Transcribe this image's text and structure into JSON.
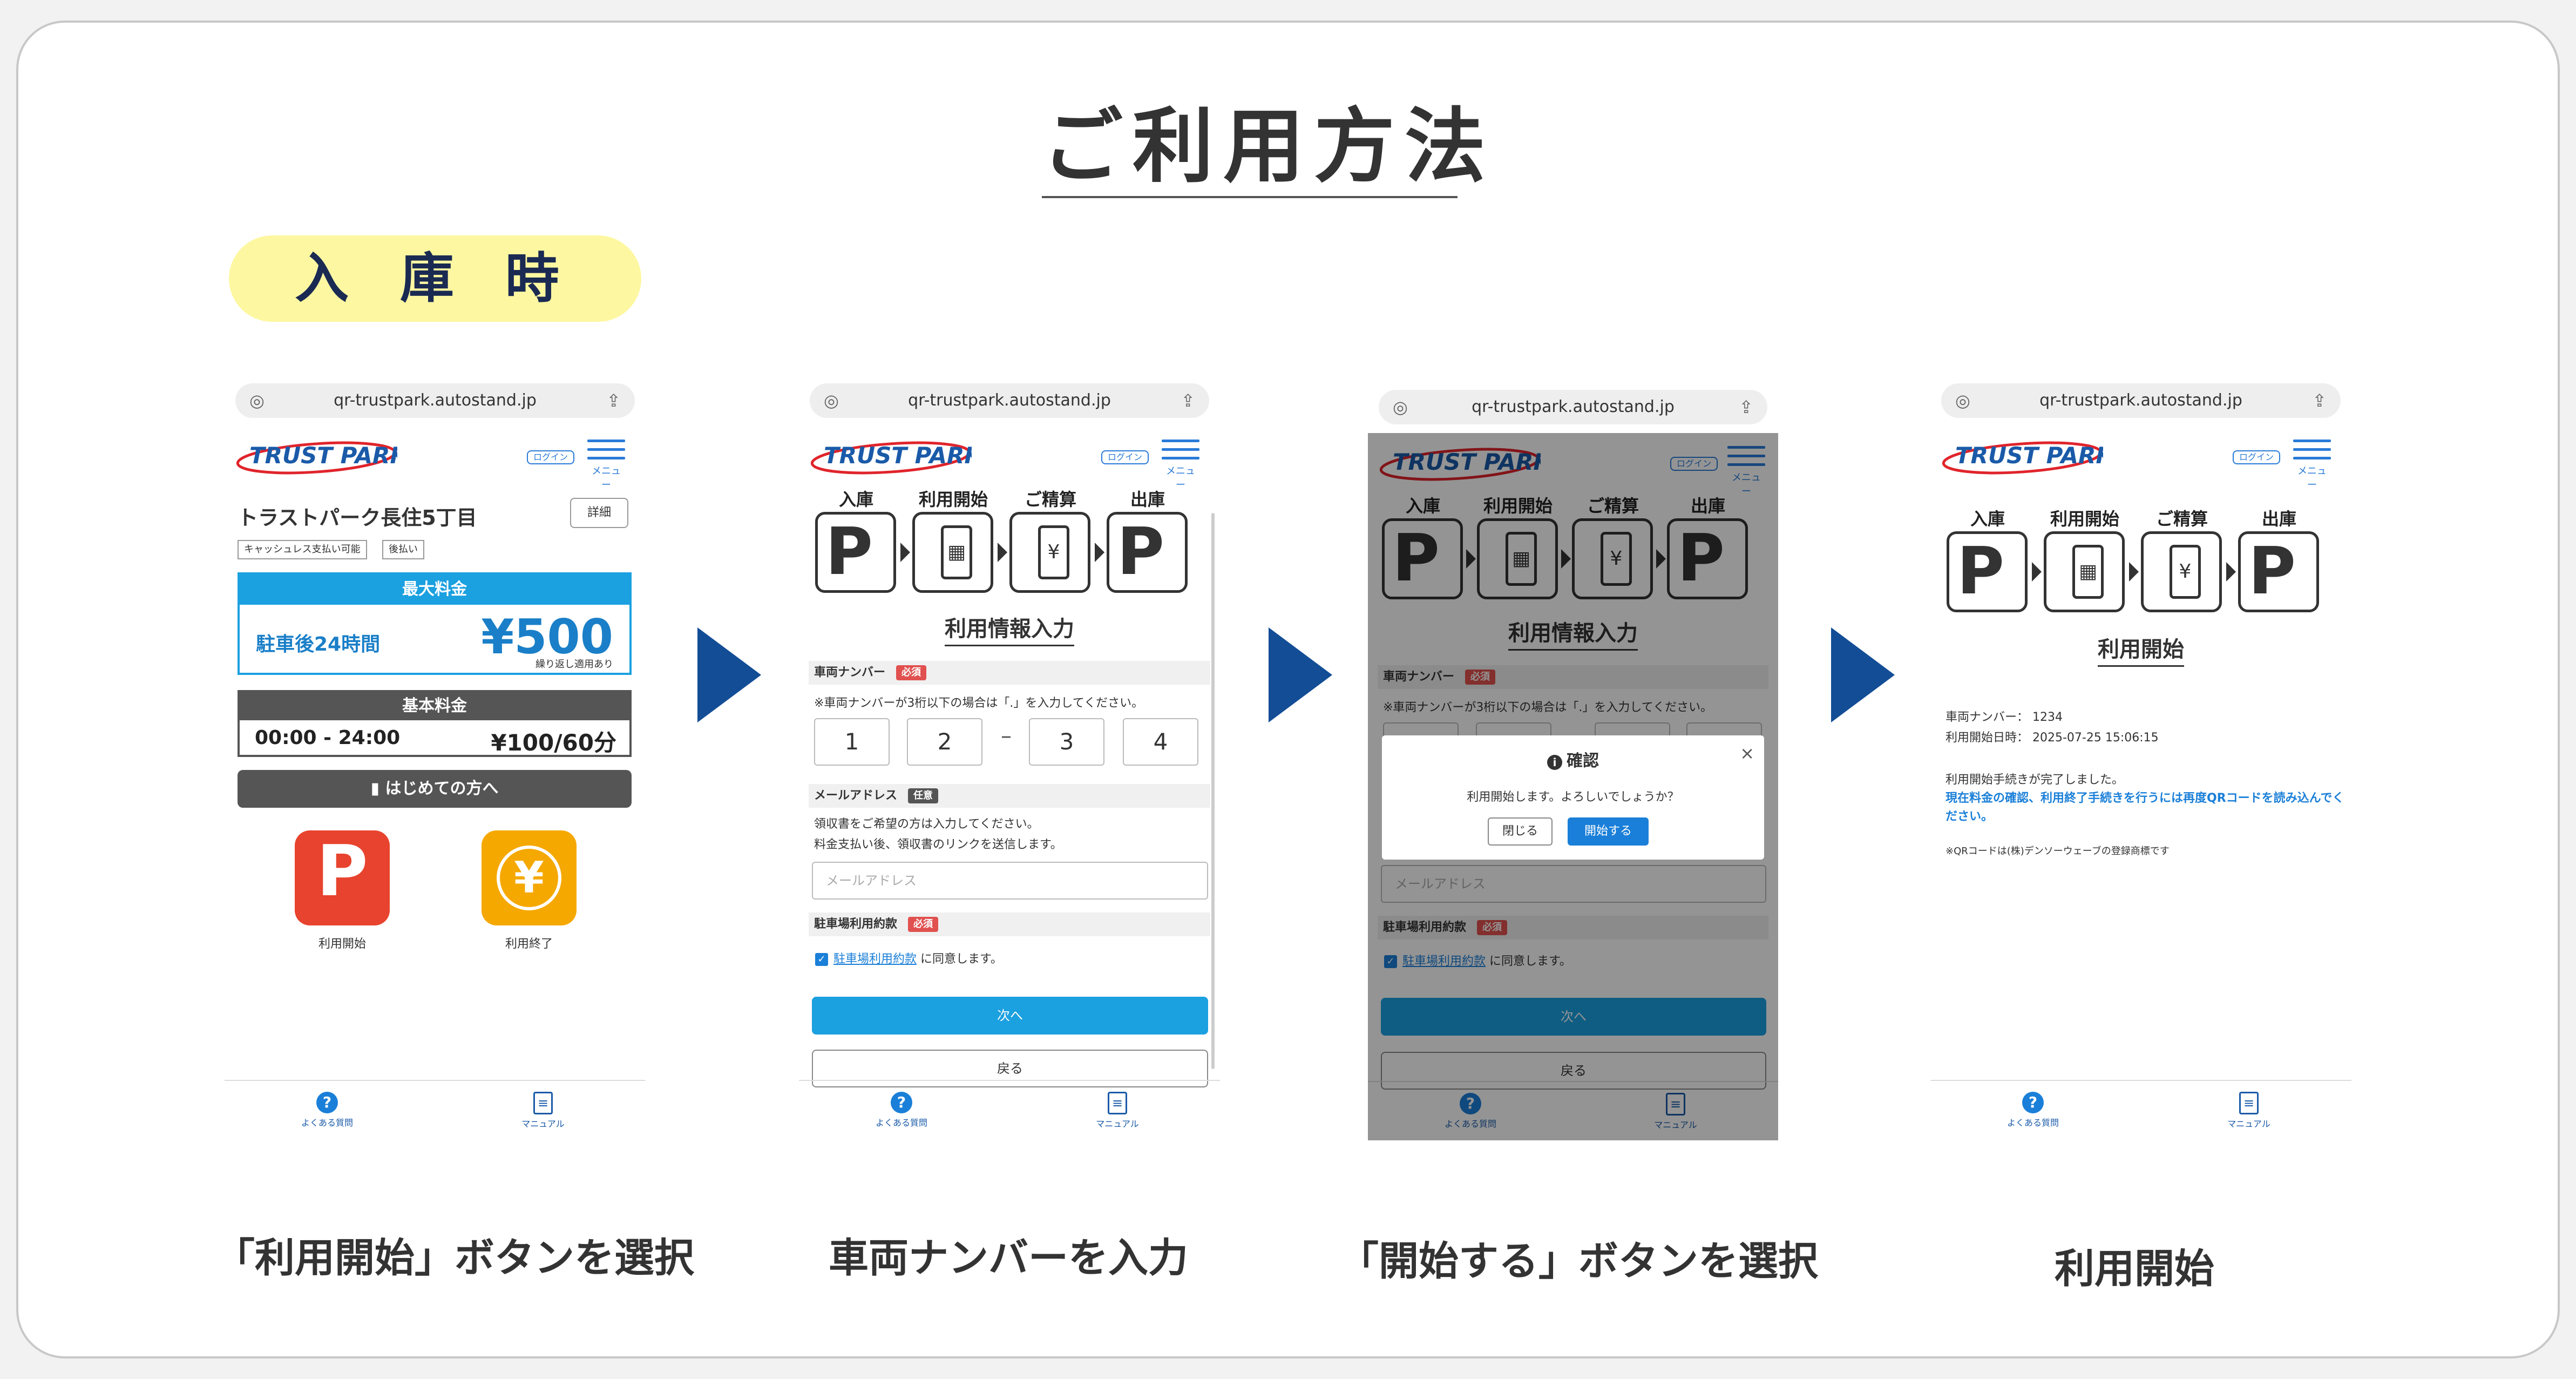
{
  "page": {
    "title": "ご利用方法",
    "section": "入 庫 時",
    "captions": [
      "「利用開始」ボタンを選択",
      "車両ナンバーを入力",
      "「開始する」ボタンを選択",
      "利用開始"
    ]
  },
  "common": {
    "url": "qr-trustpark.autostand.jp",
    "logo": "TRUST PARK",
    "login": "ログイン",
    "menu": "メニュー",
    "footer_faq": "よくある質問",
    "footer_manual": "マニュアル",
    "footer_faq_icon": "?",
    "footer_manual_icon": "≡"
  },
  "screen1": {
    "parking_name": "トラストパーク長住5丁目",
    "detail_button": "詳細",
    "tags": [
      "キャッシュレス支払い可能",
      "後払い"
    ],
    "max_fee_header": "最大料金",
    "max_fee_label": "駐車後24時間",
    "max_fee_value": "¥500",
    "max_fee_note": "繰り返し適用あり",
    "base_fee_header": "基本料金",
    "base_fee_time": "00:00 - 24:00",
    "base_fee_value": "¥100/60分",
    "first_time_button": "はじめての方へ",
    "start_label": "利用開始",
    "end_label": "利用終了",
    "start_icon_text": "P",
    "end_icon_text": "¥"
  },
  "steps": {
    "labels": [
      "入庫",
      "利用開始",
      "ご精算",
      "出庫"
    ],
    "p_text": "P",
    "qr_text": "▦",
    "yen_text": "¥"
  },
  "screen2": {
    "section_title": "利用情報入力",
    "car_number_label": "車両ナンバー",
    "required": "必須",
    "optional": "任意",
    "car_number_hint": "※車両ナンバーが3桁以下の場合は「.」を入力してください。",
    "digits": [
      "1",
      "2",
      "3",
      "4"
    ],
    "dash": "–",
    "email_label": "メールアドレス",
    "email_hint1": "領収書をご希望の方は入力してください。",
    "email_hint2": "料金支払い後、領収書のリンクを送信します。",
    "email_placeholder": "メールアドレス",
    "terms_label": "駐車場利用約款",
    "terms_link": "駐車場利用約款",
    "terms_suffix": "に同意します。",
    "check": "✓",
    "next_button": "次へ",
    "back_button": "戻る"
  },
  "screen3": {
    "modal_title": "確認",
    "modal_icon": "i",
    "modal_close": "×",
    "modal_message": "利用開始します。よろしいでしょうか？",
    "modal_close_button": "閉じる",
    "modal_start_button": "開始する"
  },
  "screen4": {
    "section_title": "利用開始",
    "car_number": "車両ナンバー： 1234",
    "start_time": "利用開始日時： 2025-07-25 15:06:15",
    "complete_message": "利用開始手続きが完了しました。",
    "notice": "現在料金の確認、利用終了手続きを行うには再度QRコードを読み込んでください。",
    "trademark": "※QRコードは(株)デンソーウェーブの登録商標です"
  },
  "colors": {
    "accent_blue": "#1ba0e0",
    "arrow_navy": "#134d96",
    "pill_yellow": "#fdf7a1",
    "start_icon": "#e8432e",
    "end_icon": "#f5a800"
  }
}
